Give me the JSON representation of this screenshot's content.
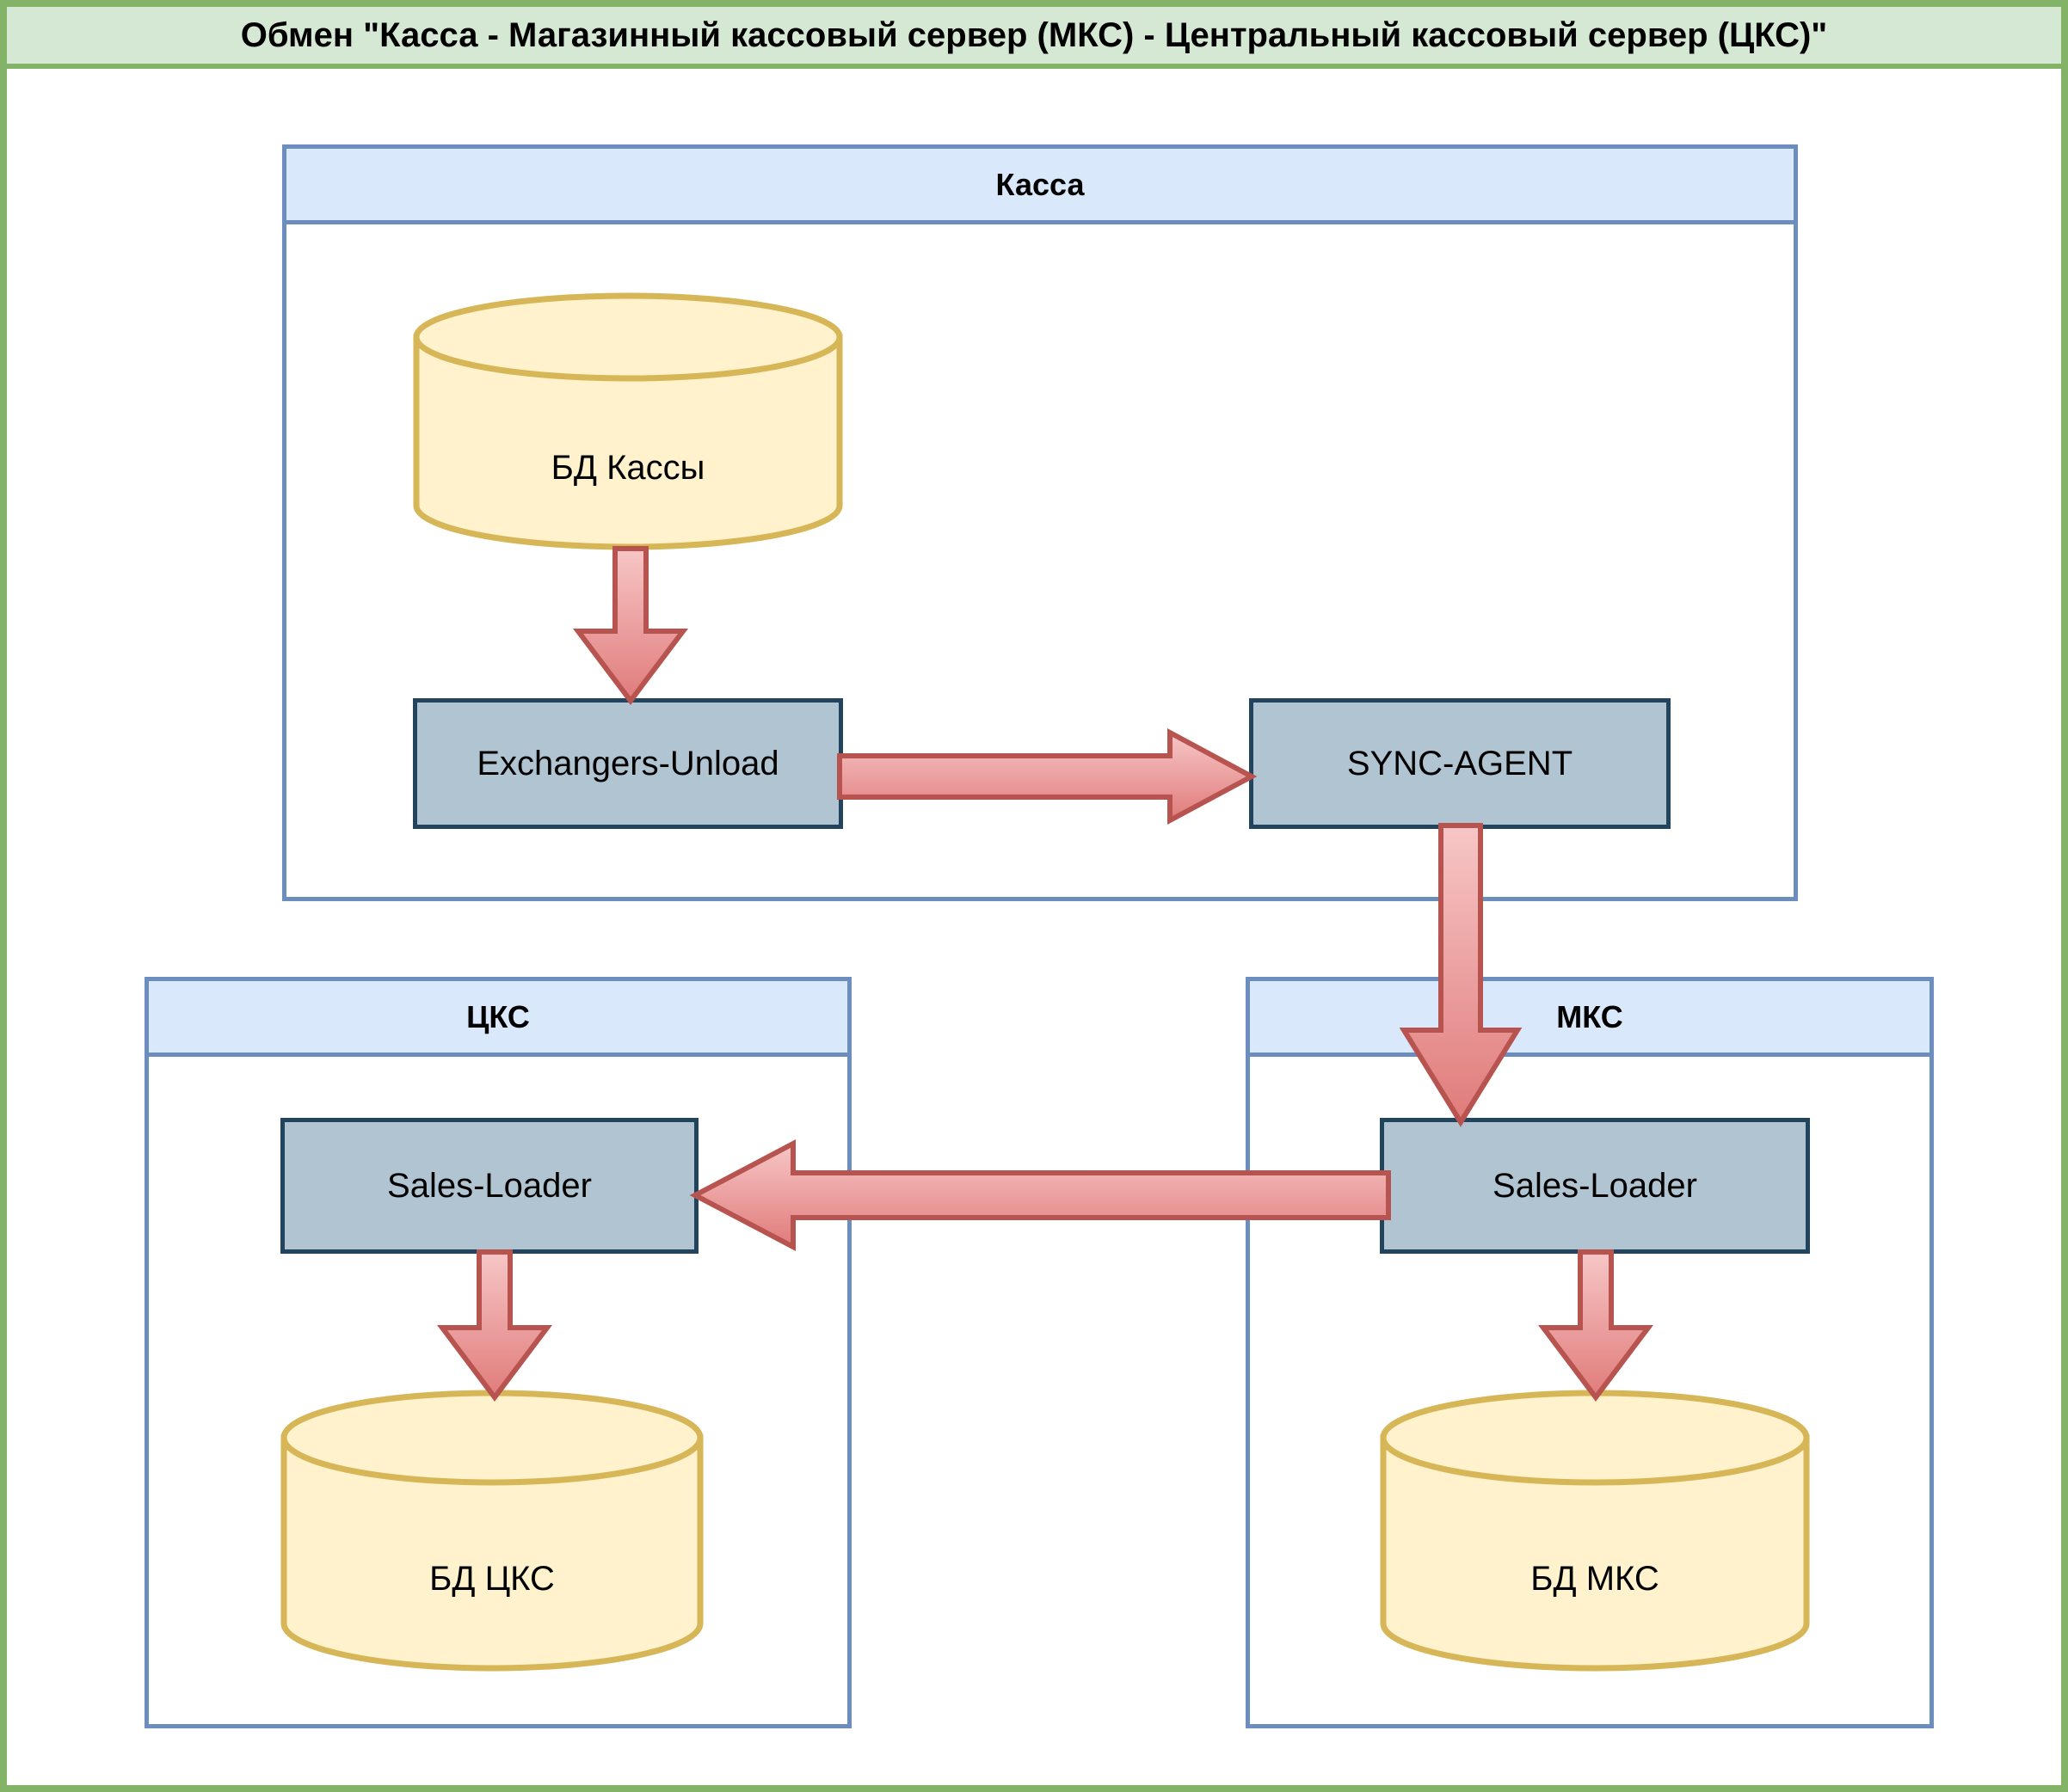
{
  "page": {
    "title": "Обмен \"Касса - Магазинный кассовый сервер (МКС) - Центральный кассовый сервер (ЦКС)\"",
    "border_color": "#82b366",
    "title_fill": "#d5e8d4"
  },
  "colors": {
    "lane_border": "#6c8ebf",
    "lane_header_fill": "#dae8fc",
    "process_fill": "#b1c4d1",
    "process_border": "#23445d",
    "db_fill": "#fff2cc",
    "db_border": "#d6b656",
    "arrow_fill": "#ea9999",
    "arrow_fill_light": "#f4b8b8",
    "arrow_border": "#b85450"
  },
  "lanes": [
    {
      "id": "kassa",
      "title": "Касса"
    },
    {
      "id": "cks",
      "title": "ЦКС"
    },
    {
      "id": "mks",
      "title": "МКС"
    }
  ],
  "nodes": {
    "db_kassa": {
      "label": "БД Кассы",
      "shape": "cylinder",
      "lane": "Касса"
    },
    "exchangers": {
      "label": "Exchangers-Unload",
      "shape": "rectangle",
      "lane": "Касса"
    },
    "sync_agent": {
      "label": "SYNC-AGENT",
      "shape": "rectangle",
      "lane": "Касса"
    },
    "loader_cks": {
      "label": "Sales-Loader",
      "shape": "rectangle",
      "lane": "ЦКС"
    },
    "db_cks": {
      "label": "БД ЦКС",
      "shape": "cylinder",
      "lane": "ЦКС"
    },
    "loader_mks": {
      "label": "Sales-Loader",
      "shape": "rectangle",
      "lane": "МКС"
    },
    "db_mks": {
      "label": "БД МКС",
      "shape": "cylinder",
      "lane": "МКС"
    }
  },
  "edges": [
    {
      "from": "db_kassa",
      "to": "exchangers",
      "direction": "down",
      "label": ""
    },
    {
      "from": "exchangers",
      "to": "sync_agent",
      "direction": "right",
      "label": ""
    },
    {
      "from": "sync_agent",
      "to": "loader_mks",
      "direction": "down",
      "label": ""
    },
    {
      "from": "loader_mks",
      "to": "loader_cks",
      "direction": "left",
      "label": ""
    },
    {
      "from": "loader_cks",
      "to": "db_cks",
      "direction": "down",
      "label": ""
    },
    {
      "from": "loader_mks",
      "to": "db_mks",
      "direction": "down",
      "label": ""
    }
  ]
}
